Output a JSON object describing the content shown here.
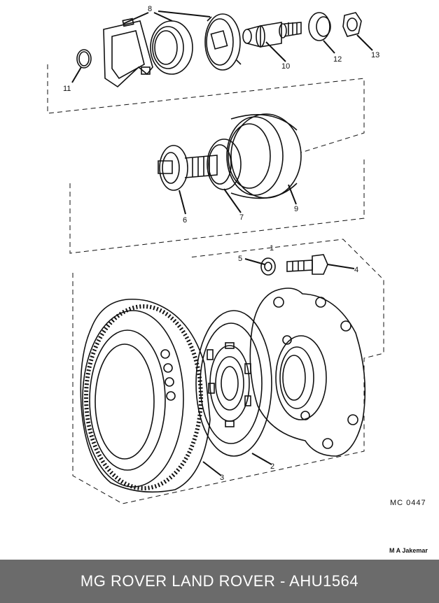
{
  "callouts": [
    {
      "id": "1",
      "label": "1"
    },
    {
      "id": "2",
      "label": "2"
    },
    {
      "id": "3",
      "label": "3"
    },
    {
      "id": "4",
      "label": "4"
    },
    {
      "id": "5",
      "label": "5"
    },
    {
      "id": "6",
      "label": "6"
    },
    {
      "id": "7",
      "label": "7"
    },
    {
      "id": "8",
      "label": "8"
    },
    {
      "id": "9",
      "label": "9"
    },
    {
      "id": "10",
      "label": "10"
    },
    {
      "id": "11",
      "label": "11"
    },
    {
      "id": "12",
      "label": "12"
    },
    {
      "id": "13",
      "label": "13"
    }
  ],
  "diagram_code": "MC  0447",
  "credit": "M A Jakemar",
  "banner": {
    "text": "MG ROVER LAND ROVER - AHU1564",
    "color": "#6b6b6b"
  }
}
